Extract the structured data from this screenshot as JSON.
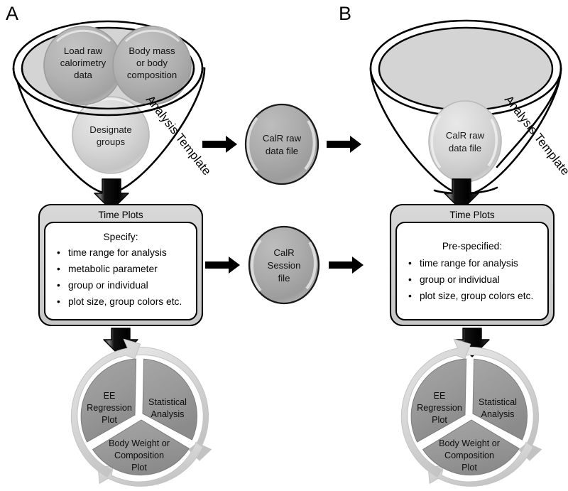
{
  "figure": {
    "panels": [
      {
        "id": "A",
        "label": "A",
        "funnel": {
          "label": "Analysis Template",
          "bubbles": [
            {
              "name": "load-raw-calorimetry-data",
              "lines": [
                "Load raw",
                "calorimetry",
                "data"
              ]
            },
            {
              "name": "body-mass-or-body-composition",
              "lines": [
                "Body mass",
                "or body",
                "composition"
              ]
            },
            {
              "name": "designate-groups",
              "lines": [
                "Designate",
                "groups"
              ]
            }
          ]
        },
        "time_plots": {
          "title": "Time Plots",
          "heading": "Specify:",
          "items": [
            "time range for analysis",
            "metabolic parameter",
            "group or individual",
            "plot size, group colors etc."
          ]
        },
        "cycle": {
          "segments": [
            {
              "name": "statistical-analysis",
              "lines": [
                "Statistical",
                "Analysis"
              ]
            },
            {
              "name": "body-weight-or-composition-plot",
              "lines": [
                "Body Weight or",
                "Composition",
                "Plot"
              ]
            },
            {
              "name": "ee-regression-plot",
              "lines": [
                "EE",
                "Regression",
                "Plot"
              ]
            }
          ]
        }
      },
      {
        "id": "B",
        "label": "B",
        "funnel": {
          "label": "Analysis Template",
          "bubbles": [
            {
              "name": "calr-raw-data-file",
              "lines": [
                "CalR raw",
                "data file"
              ]
            }
          ]
        },
        "time_plots": {
          "title": "Time Plots",
          "heading": "Pre-specified:",
          "items": [
            "time range for analysis",
            "group or individual",
            "plot size, group colors etc."
          ]
        },
        "cycle": {
          "segments": [
            {
              "name": "statistical-analysis",
              "lines": [
                "Statistical",
                "Analysis"
              ]
            },
            {
              "name": "body-weight-or-composition-plot",
              "lines": [
                "Body Weight or",
                "Composition",
                "Plot"
              ]
            },
            {
              "name": "ee-regression-plot",
              "lines": [
                "EE",
                "Regression",
                "Plot"
              ]
            }
          ]
        }
      }
    ],
    "files": [
      {
        "name": "calr-raw-data-file",
        "lines": [
          "CalR raw",
          "data file"
        ]
      },
      {
        "name": "calr-session-file",
        "lines": [
          "CalR",
          "Session",
          "file"
        ]
      }
    ],
    "colors": {
      "outline": "#000000",
      "funnel_fill": "#d4d4d4",
      "bubble_light": "#d2d2d2",
      "bubble_dark": "#b0b0b0",
      "file_circle": "#a8a8a8",
      "box_frame": "#cfcfcf",
      "box_inner": "#ffffff",
      "segment_fill": "#9a9a9a",
      "arrow_ring": "#d8d8d8",
      "arrow_black": "#000000"
    }
  }
}
